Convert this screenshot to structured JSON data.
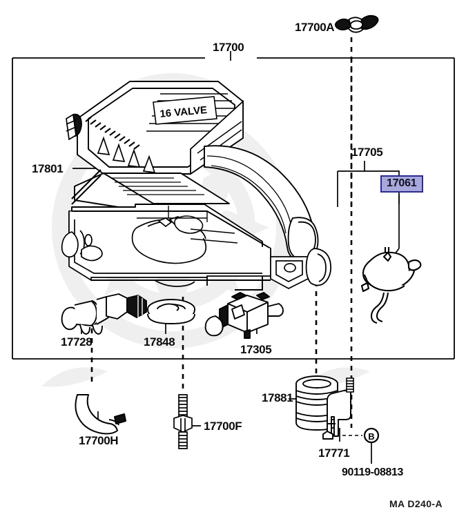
{
  "diagram": {
    "title_code": "17700",
    "footer_code": "MA  D240-A",
    "emboss_text": "16 VALVE",
    "bolt_marker": "B",
    "highlight_color": "#a8a8dc",
    "highlight_border_color": "#2b2b8f",
    "line_color": "#000000",
    "watermark_color": "#f0f0f0"
  },
  "labels": {
    "wing_nut": "17700A",
    "air_cleaner_cap": "17801",
    "bracket_17705": "17705",
    "valve_17061": "17061",
    "sensor_17728": "17728",
    "seal_17848": "17848",
    "valve_17305": "17305",
    "hose_17700h": "17700H",
    "stud_17700f": "17700F",
    "bellows_17881": "17881",
    "bracket_17771": "17771",
    "bolt_90119": "90119-08813"
  }
}
